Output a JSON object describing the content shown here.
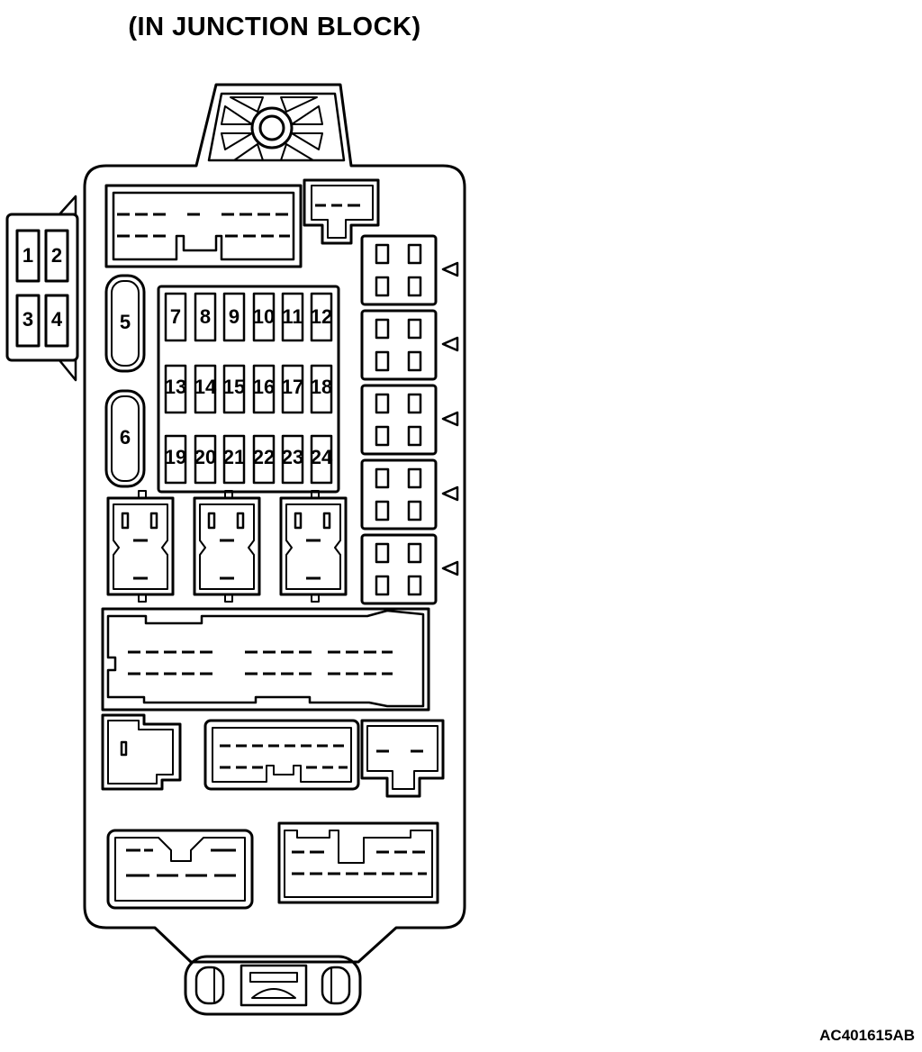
{
  "title": "(IN JUNCTION BLOCK)",
  "drawing_code": "AC401615AB",
  "fuses": {
    "side": [
      "1",
      "2",
      "3",
      "4"
    ],
    "large": [
      "5",
      "6"
    ],
    "grid": [
      "7",
      "8",
      "9",
      "10",
      "11",
      "12",
      "13",
      "14",
      "15",
      "16",
      "17",
      "18",
      "19",
      "20",
      "21",
      "22",
      "23",
      "24"
    ]
  }
}
